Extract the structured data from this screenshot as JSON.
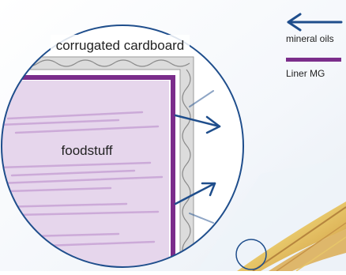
{
  "diagram": {
    "labels": {
      "outer_layer": "corrugated cardboard",
      "inner_content": "foodstuff"
    },
    "legend": [
      {
        "symbol": "arrow",
        "label": "mineral oils",
        "color": "#1f4e8c"
      },
      {
        "symbol": "bar",
        "label": "Liner MG",
        "color": "#7b2d8b"
      }
    ],
    "colors": {
      "cardboard_fill": "#dcdcdc",
      "cardboard_edge": "#9a9a9a",
      "food_fill": "#e6d6ec",
      "liner": "#7b2d8b",
      "arrows": "#1f4e8c",
      "circle_outline": "#1f4e8c"
    }
  }
}
